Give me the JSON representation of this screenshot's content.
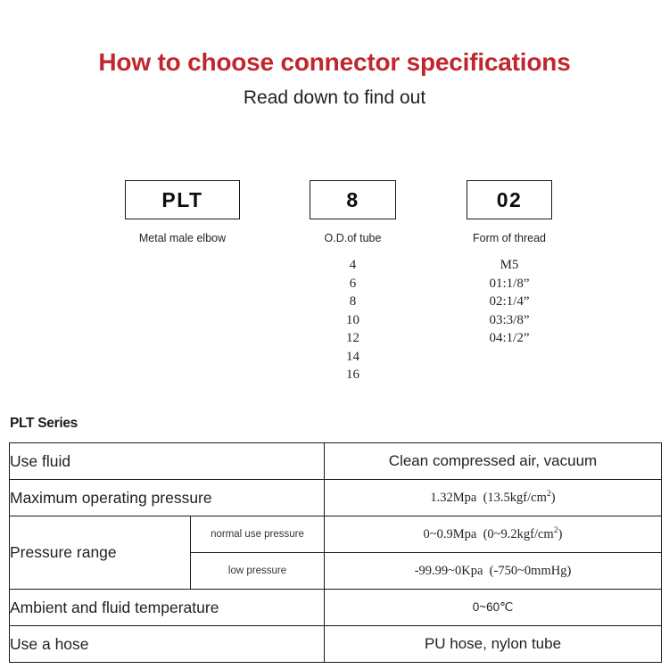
{
  "header": {
    "title": "How to choose connector specifications",
    "subtitle": "Read down to find out",
    "title_color": "#c0272d"
  },
  "code_breakdown": {
    "columns": [
      {
        "code": "PLT",
        "caption": "Metal male elbow",
        "options": []
      },
      {
        "code": "8",
        "caption": "O.D.of tube",
        "options": [
          "4",
          "6",
          "8",
          "10",
          "12",
          "14",
          "16"
        ]
      },
      {
        "code": "02",
        "caption": "Form of thread",
        "options": [
          "M5",
          "01:1/8”",
          "02:1/4”",
          "03:3/8”",
          "04:1/2”"
        ]
      }
    ]
  },
  "series": {
    "label": "PLT Series"
  },
  "spec_table": {
    "shade_color": "#f7ece2",
    "rows": [
      {
        "label": "Use fluid",
        "sub_label": null,
        "value": "Clean compressed air, vacuum",
        "shaded": true
      },
      {
        "label": "Maximum operating pressure",
        "sub_label": null,
        "value_prefix": "1.32Mpa  (13.5kgf/cm",
        "value_sup": "2",
        "value_suffix": ")",
        "shaded": false
      },
      {
        "label": "Pressure range",
        "sub_label": "normal use pressure",
        "value_prefix": "0~0.9Mpa  (0~9.2kgf/cm",
        "value_sup": "2",
        "value_suffix": ")",
        "shaded": true
      },
      {
        "label": null,
        "sub_label": "low pressure",
        "value": "-99.99~0Kpa  (-750~0mmHg)",
        "shaded": false
      },
      {
        "label": "Ambient and fluid temperature",
        "sub_label": null,
        "value": "0~60℃",
        "shaded": true
      },
      {
        "label": "Use a hose",
        "sub_label": null,
        "value": "PU hose, nylon tube",
        "shaded": false
      }
    ]
  }
}
